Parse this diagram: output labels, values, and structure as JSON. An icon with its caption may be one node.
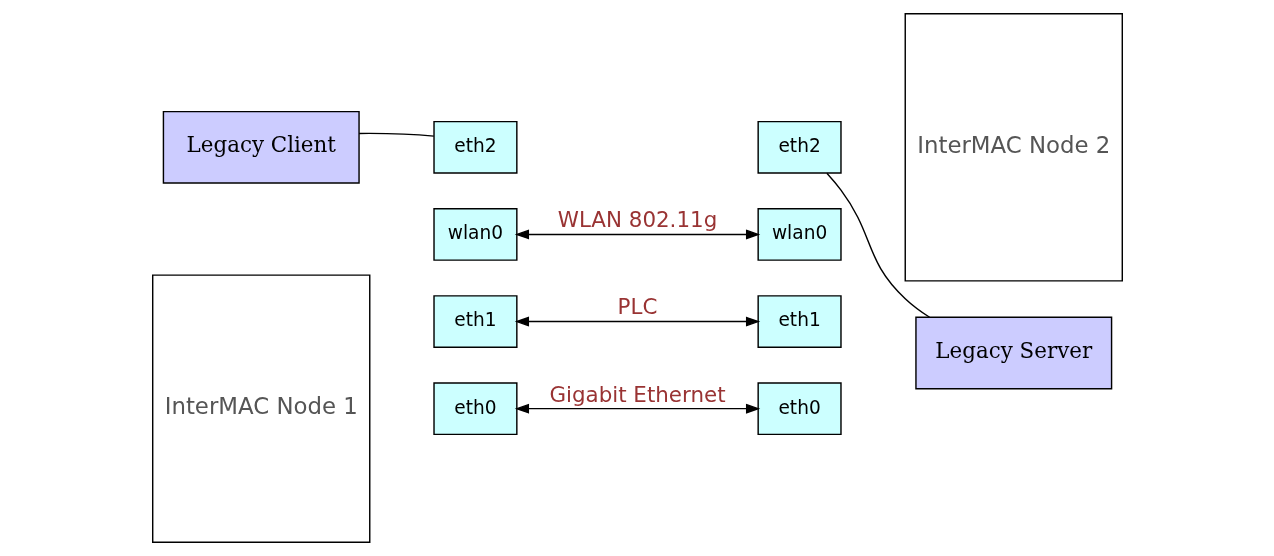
{
  "diagram": {
    "nodes": [
      {
        "text": [
          "InterMAC Node 1"
        ]
      },
      {
        "text": [
          "eth0"
        ]
      },
      {
        "text": [
          "eth1"
        ]
      },
      {
        "text": [
          "wlan0"
        ]
      },
      {
        "text": [
          "eth2"
        ]
      },
      {
        "text": [
          "InterMAC Node 2"
        ]
      },
      {
        "text": [
          "eth0"
        ]
      },
      {
        "text": [
          "eth1"
        ]
      },
      {
        "text": [
          "wlan0"
        ]
      },
      {
        "text": [
          "eth2"
        ]
      },
      {
        "text": [
          "Legacy Client"
        ]
      },
      {
        "text": [
          "Legacy Server"
        ]
      }
    ],
    "edges": [
      {
        "from": 1,
        "to": 6,
        "arrow": "both",
        "label": "Gigabit Ethernet"
      },
      {
        "from": 2,
        "to": 7,
        "arrow": "both",
        "label": "PLC"
      },
      {
        "from": 3,
        "to": 8,
        "arrow": "both",
        "label": "WLAN 802.11g"
      },
      {
        "from": 4,
        "to": 10,
        "arrow": "none"
      },
      {
        "from": 9,
        "to": 11,
        "arrow": "none"
      }
    ]
  }
}
